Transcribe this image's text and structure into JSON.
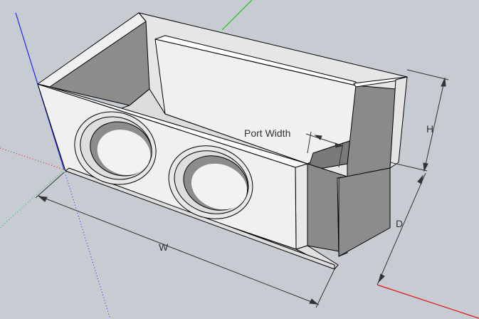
{
  "viewport": {
    "background": "#c6ccd1"
  },
  "axes": {
    "blue_axis_color": "#2222ff",
    "red_axis_color": "#e0151a",
    "green_axis_color": "#22bb22"
  },
  "model": {
    "face_color": "#f2f2f2",
    "interior_color": "#8a8a8a",
    "edge_color": "#000000"
  },
  "dimensions": {
    "port_width_label": "Port Width",
    "h_label": "H",
    "d_label": "D",
    "w_label": "W",
    "line_color": "#333333"
  }
}
